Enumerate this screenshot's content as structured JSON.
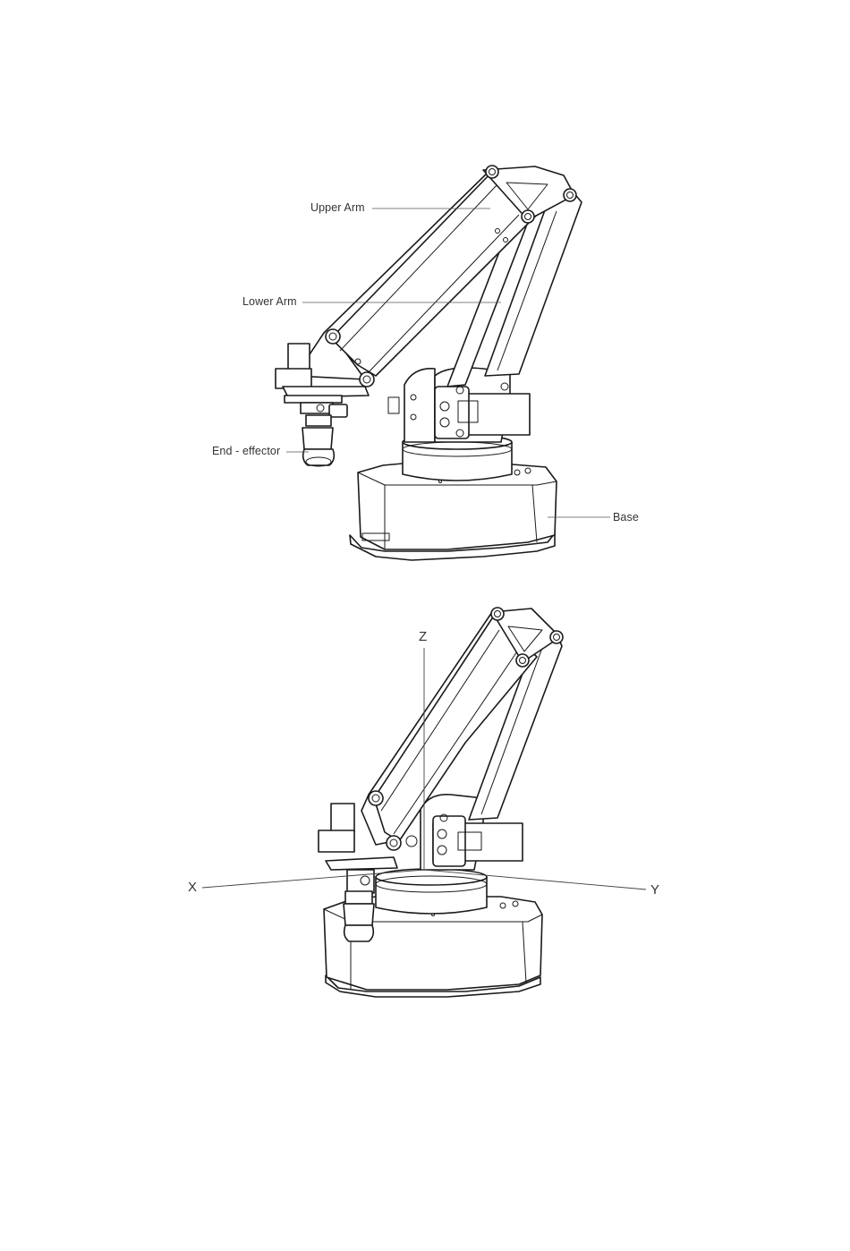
{
  "figure1": {
    "labels": {
      "upper_arm": "Upper Arm",
      "lower_arm": "Lower Arm",
      "end_effector": "End - effector",
      "base": "Base"
    }
  },
  "figure2": {
    "axes": {
      "x": "X",
      "y": "Y",
      "z": "Z"
    }
  }
}
